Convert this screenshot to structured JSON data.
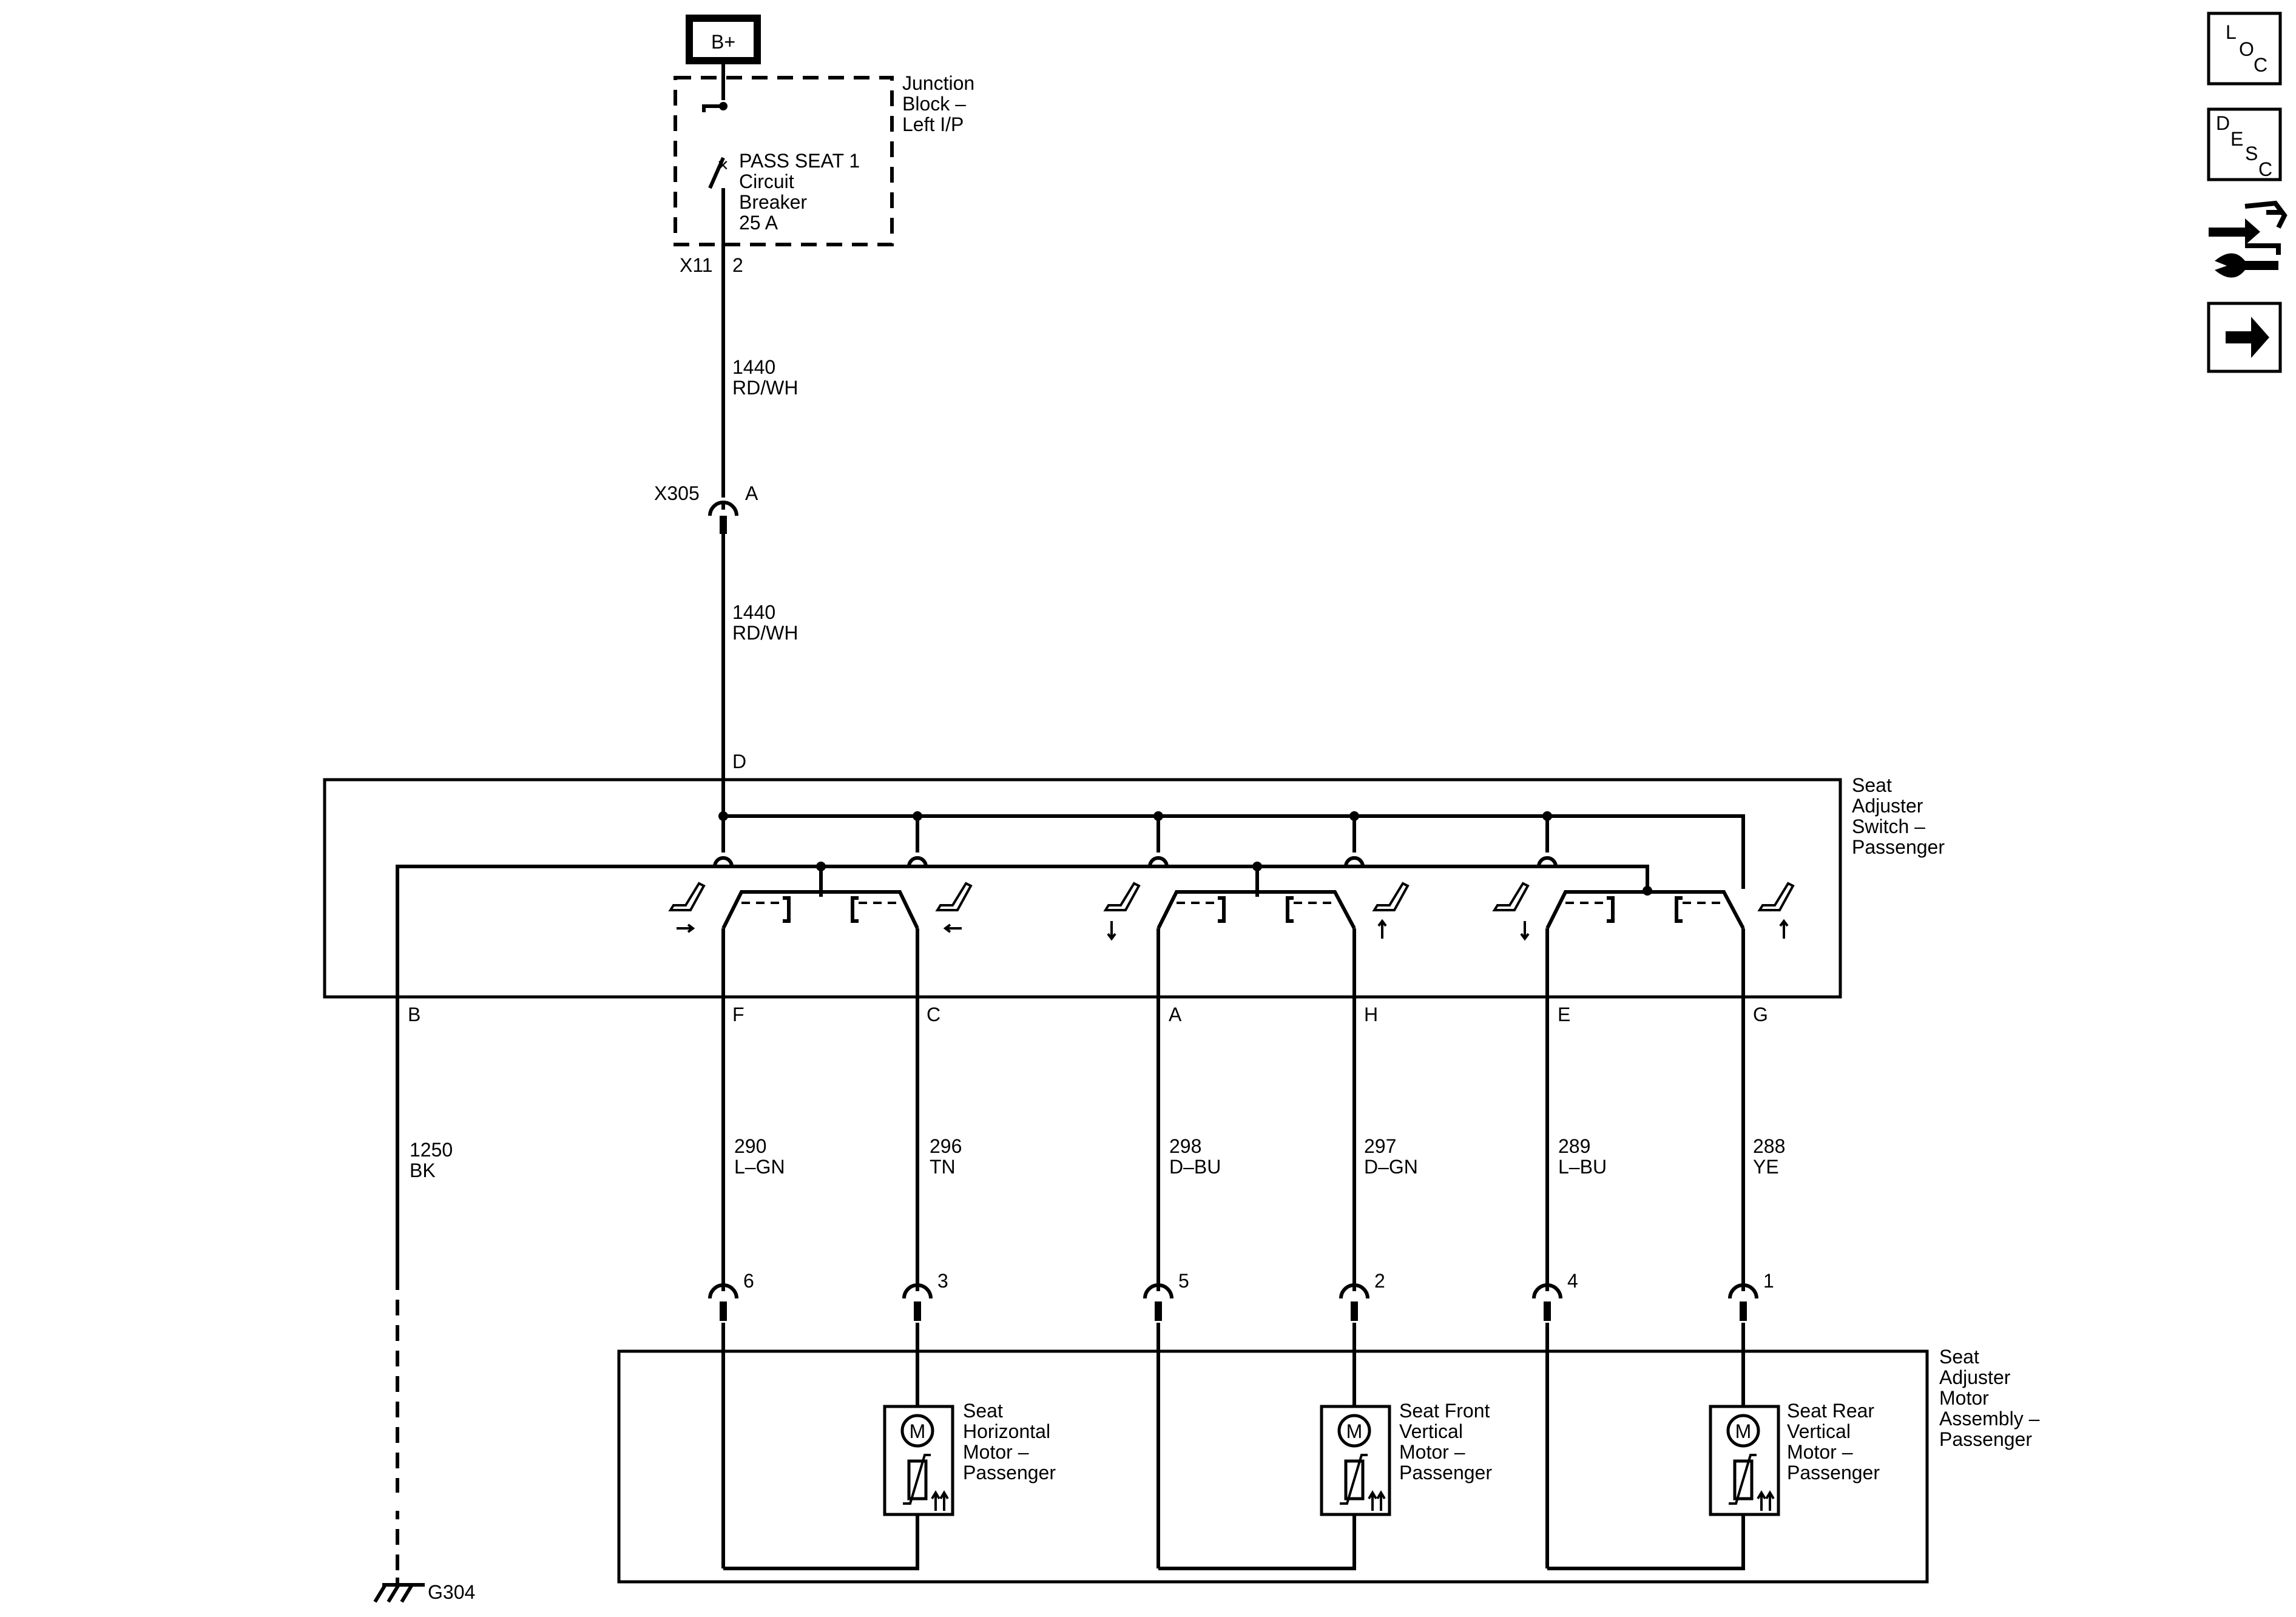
{
  "power_source": {
    "label": "B+"
  },
  "junction_block": {
    "name": [
      "Junction",
      "Block –",
      "Left I/P"
    ],
    "breaker": [
      "PASS SEAT 1",
      "Circuit",
      "Breaker",
      "25 A"
    ],
    "connector": "X11",
    "pin": "2"
  },
  "wire_feed_upper": {
    "circuit": "1440",
    "color": "RD/WH"
  },
  "inline_connector": {
    "name": "X305",
    "pin": "A"
  },
  "wire_feed_lower": {
    "circuit": "1440",
    "color": "RD/WH"
  },
  "switch": {
    "name": [
      "Seat",
      "Adjuster",
      "Switch –",
      "Passenger"
    ],
    "input_pin": "D",
    "ground_pin": "B",
    "pins": [
      "F",
      "C",
      "A",
      "H",
      "E",
      "G"
    ]
  },
  "wires": [
    {
      "circuit": "1250",
      "color": "BK"
    },
    {
      "circuit": "290",
      "color": "L–GN"
    },
    {
      "circuit": "296",
      "color": "TN"
    },
    {
      "circuit": "298",
      "color": "D–BU"
    },
    {
      "circuit": "297",
      "color": "D–GN"
    },
    {
      "circuit": "289",
      "color": "L–BU"
    },
    {
      "circuit": "288",
      "color": "YE"
    }
  ],
  "motor_connector_pins": [
    "6",
    "3",
    "5",
    "2",
    "4",
    "1"
  ],
  "motor_assembly": {
    "name": [
      "Seat",
      "Adjuster",
      "Motor",
      "Assembly –",
      "Passenger"
    ]
  },
  "motors": [
    {
      "symbol": "M",
      "name": [
        "Seat",
        "Horizontal",
        "Motor –",
        "Passenger"
      ]
    },
    {
      "symbol": "M",
      "name": [
        "Seat Front",
        "Vertical",
        "Motor –",
        "Passenger"
      ]
    },
    {
      "symbol": "M",
      "name": [
        "Seat Rear",
        "Vertical",
        "Motor –",
        "Passenger"
      ]
    }
  ],
  "ground": {
    "label": "G304"
  },
  "nav": {
    "loc": [
      "L",
      "O",
      "C"
    ],
    "desc": [
      "D",
      "E",
      "S",
      "C"
    ],
    "icons": [
      "connector-repair-icon",
      "next-arrow-icon"
    ]
  }
}
